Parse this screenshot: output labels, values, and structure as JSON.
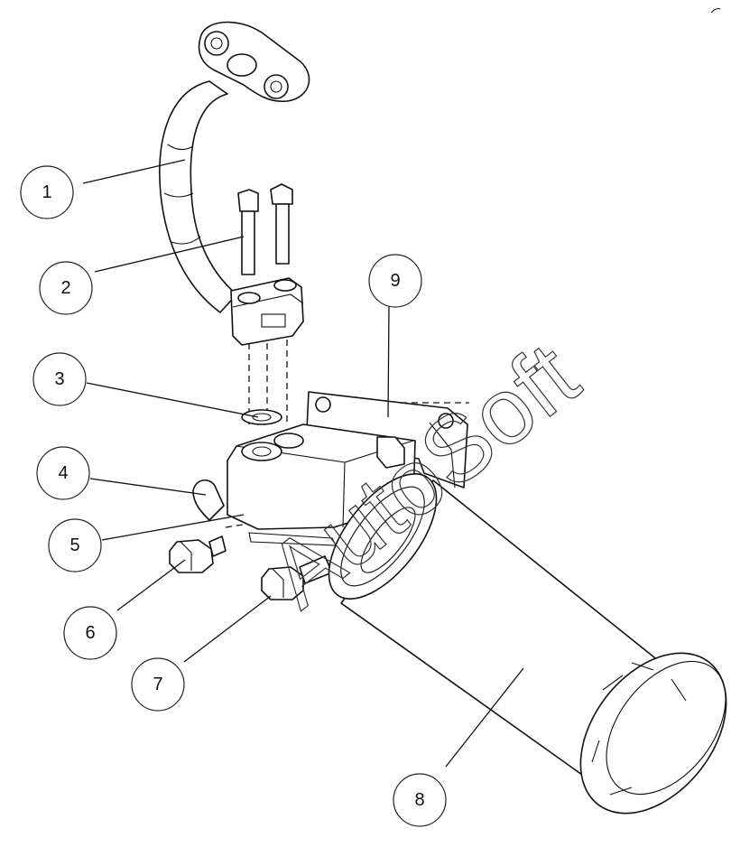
{
  "watermark": "AutoSoft",
  "balloons": {
    "b1": "1",
    "b2": "2",
    "b3": "3",
    "b4": "4",
    "b5": "5",
    "b6": "6",
    "b7": "7",
    "b8": "8",
    "b9": "9"
  }
}
